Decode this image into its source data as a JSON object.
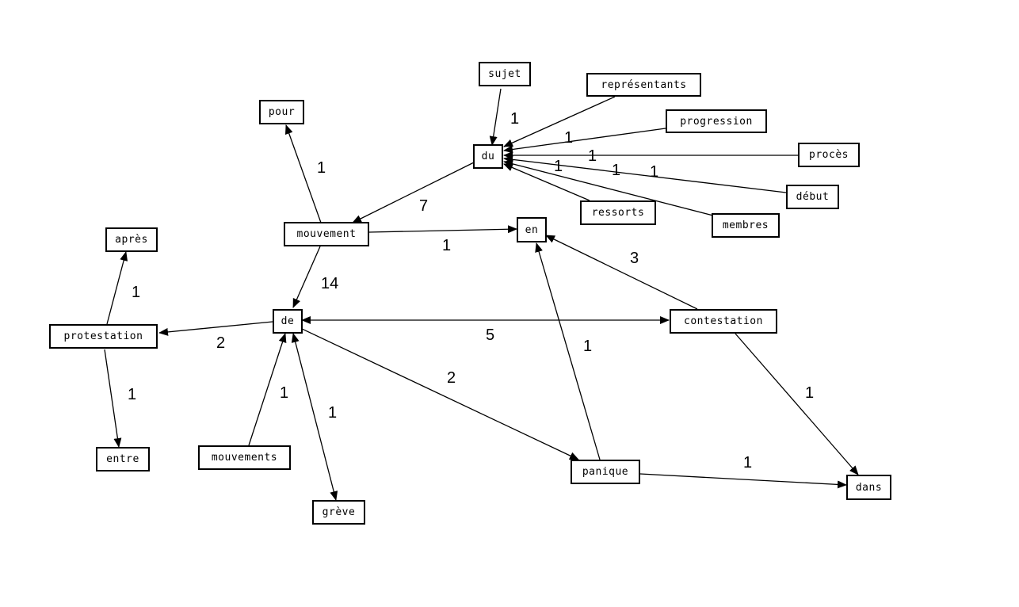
{
  "nodes": {
    "sujet": "sujet",
    "representants": "représentants",
    "progression": "progression",
    "proces": "procès",
    "debut": "début",
    "ressorts": "ressorts",
    "membres": "membres",
    "du": "du",
    "pour": "pour",
    "mouvement": "mouvement",
    "en": "en",
    "apres": "après",
    "protestation": "protestation",
    "de": "de",
    "contestation": "contestation",
    "entre": "entre",
    "mouvements": "mouvements",
    "panique": "panique",
    "dans": "dans",
    "greve": "grève"
  },
  "edges": [
    {
      "id": "sujet-du",
      "from": "sujet",
      "to": "du",
      "weight": "1"
    },
    {
      "id": "representants-du",
      "from": "représentants",
      "to": "du",
      "weight": ""
    },
    {
      "id": "progression-du",
      "from": "progression",
      "to": "du",
      "weight": "1"
    },
    {
      "id": "proces-du",
      "from": "procès",
      "to": "du",
      "weight": "1"
    },
    {
      "id": "debut-du",
      "from": "début",
      "to": "du",
      "weight": "1"
    },
    {
      "id": "ressorts-du",
      "from": "ressorts",
      "to": "du",
      "weight": "1"
    },
    {
      "id": "membres-du",
      "from": "membres",
      "to": "du",
      "weight": "1"
    },
    {
      "id": "du-mouvement",
      "from": "du",
      "to": "mouvement",
      "weight": "7"
    },
    {
      "id": "mouvement-pour",
      "from": "mouvement",
      "to": "pour",
      "weight": "1"
    },
    {
      "id": "mouvement-en",
      "from": "mouvement",
      "to": "en",
      "weight": "1"
    },
    {
      "id": "mouvement-de",
      "from": "mouvement",
      "to": "de",
      "weight": "14"
    },
    {
      "id": "contestation-en",
      "from": "contestation",
      "to": "en",
      "weight": "3"
    },
    {
      "id": "de-contestation",
      "from": "de",
      "to": "contestation",
      "weight": "5",
      "bidirectional": true
    },
    {
      "id": "de-protestation",
      "from": "de",
      "to": "protestation",
      "weight": "2"
    },
    {
      "id": "protestation-apres",
      "from": "protestation",
      "to": "après",
      "weight": "1"
    },
    {
      "id": "protestation-entre",
      "from": "protestation",
      "to": "entre",
      "weight": "1"
    },
    {
      "id": "mouvements-de",
      "from": "mouvements",
      "to": "de",
      "weight": "1"
    },
    {
      "id": "de-greve",
      "from": "de",
      "to": "grève",
      "weight": "1",
      "bidirectional": true
    },
    {
      "id": "de-panique",
      "from": "de",
      "to": "panique",
      "weight": "2"
    },
    {
      "id": "panique-en",
      "from": "panique",
      "to": "en",
      "weight": "1"
    },
    {
      "id": "panique-dans",
      "from": "panique",
      "to": "dans",
      "weight": "1"
    },
    {
      "id": "contestation-dans",
      "from": "contestation",
      "to": "dans",
      "weight": "1"
    }
  ]
}
